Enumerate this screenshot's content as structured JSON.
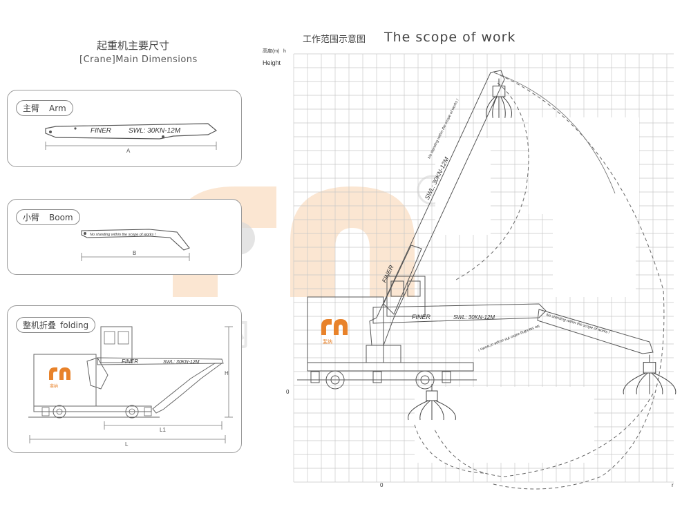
{
  "left": {
    "title_cn": "起重机主要尺寸",
    "title_en": "[Crane]Main Dimensions",
    "panels": {
      "arm": {
        "tag_cn": "主臂",
        "tag_en": "Arm",
        "boom_brand": "FINER",
        "boom_swl": "SWL: 30KN-12M",
        "dim_label": "A"
      },
      "boom": {
        "tag_cn": "小臂",
        "tag_en": "Boom",
        "warning": "No standing within the scope of works !",
        "dim_label": "B"
      },
      "folding": {
        "tag_cn": "整机折叠",
        "tag_en": "folding",
        "boom_brand": "FINER",
        "boom_swl": "SWL: 30KN-12M",
        "dim_h": "H",
        "dim_l1": "L1",
        "dim_l": "L",
        "logo_text": "斐纳"
      }
    }
  },
  "right": {
    "title_cn": "工作范围示意图",
    "title_en": "The scope of work",
    "axis_y_cn": "高度(m)",
    "axis_y_unit": "h",
    "axis_y_en": "Height",
    "axis_zero_y": "0",
    "axis_zero_x": "0",
    "axis_r": "r",
    "boom_brand": "FINER",
    "boom_swl": "SWL: 30KN-12M",
    "arm_swl": "SWL: 30KN-12M",
    "warning": "No standing within the scope of works !",
    "logo_text": "斐纳"
  },
  "watermark": {
    "text": "斐纳",
    "color": "#f7d7b8"
  },
  "colors": {
    "line": "#555555",
    "grid": "#c8c8c8",
    "accent": "#e8822a"
  }
}
